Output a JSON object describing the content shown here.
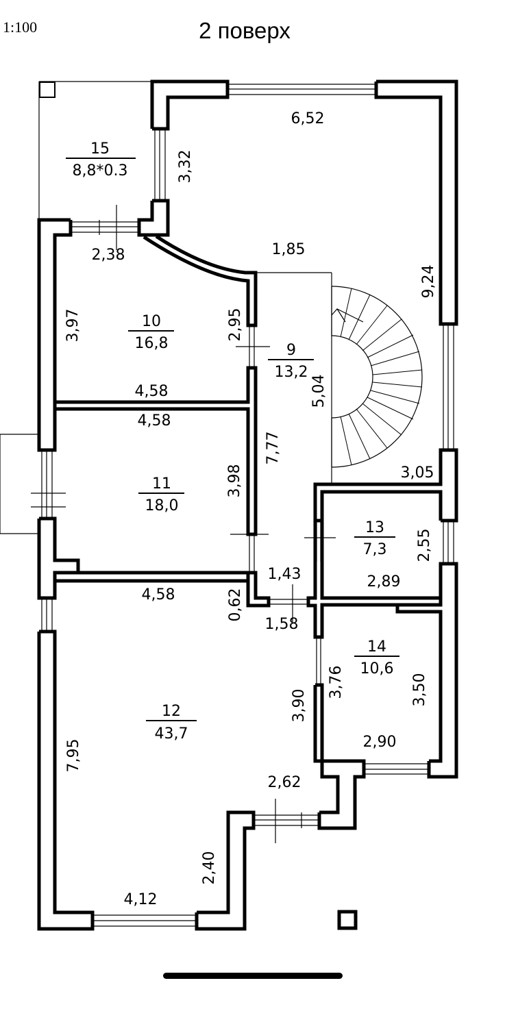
{
  "header": {
    "scale": "1:100",
    "title": "2 поверх"
  },
  "rooms": [
    {
      "number": "15",
      "area": "8,8*0.3"
    },
    {
      "number": "10",
      "area": "16,8"
    },
    {
      "number": "9",
      "area": "13,2"
    },
    {
      "number": "11",
      "area": "18,0"
    },
    {
      "number": "13",
      "area": "7,3"
    },
    {
      "number": "14",
      "area": "10,6"
    },
    {
      "number": "12",
      "area": "43,7"
    }
  ],
  "dimensions": {
    "top_width": "6,52",
    "balcony_wall": "3,32",
    "right_wall": "9,24",
    "door_10": "2,38",
    "corridor_top": "1,85",
    "room10_height": "3,97",
    "room10_right": "2,95",
    "stair_length": "5,04",
    "room10_bottom": "4,58",
    "room11_top": "4,58",
    "corridor_height": "7,77",
    "room11_right": "3,98",
    "stair_bottom": "3,05",
    "room13_height": "2,55",
    "room13_width": "2,89",
    "passage": "1,43",
    "room12_top": "4,58",
    "short_wall": "0,62",
    "door_bottom": "1,58",
    "room14_left_outer": "3,90",
    "room14_left": "3,76",
    "room14_right": "3,50",
    "room14_width": "2,90",
    "room12_height": "7,95",
    "room12_door": "2,62",
    "room12_low_wall": "2,40",
    "room12_bottom": "4,12"
  }
}
